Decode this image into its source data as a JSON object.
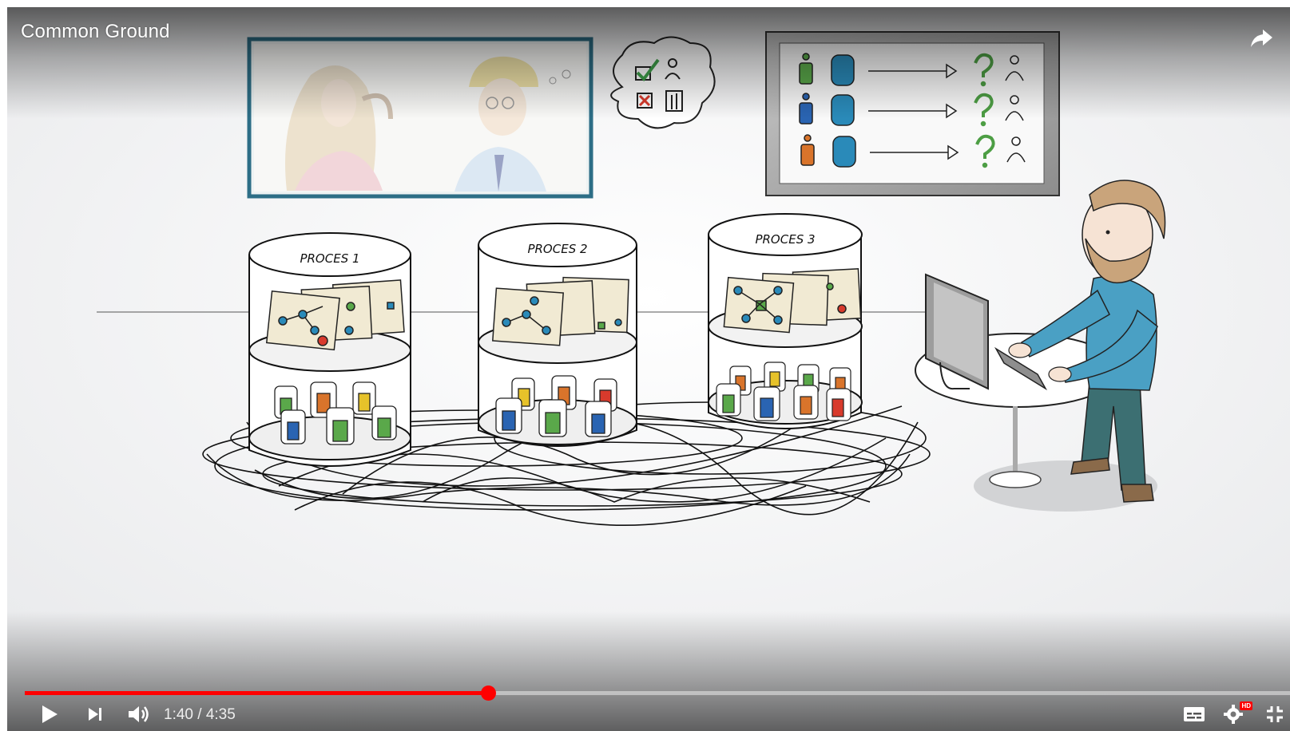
{
  "video": {
    "title": "Common Ground",
    "progress_fraction": 0.366
  },
  "scene": {
    "cylinders": [
      {
        "label": "PROCES 1"
      },
      {
        "label": "PROCES 2"
      },
      {
        "label": "PROCES 3"
      }
    ]
  },
  "controls": {
    "current_time": "1:40",
    "separator": " / ",
    "duration": "4:35",
    "hd_label": "HD"
  },
  "colors": {
    "accent": "#ff0000",
    "tube_blue": "#2a8ab9",
    "figure_green": "#5aa84a",
    "figure_orange": "#d9742b",
    "figure_red": "#d83a2c",
    "figure_yellow": "#e6c22a"
  },
  "icons": [
    "share-icon",
    "play-icon",
    "next-icon",
    "volume-icon",
    "subtitles-icon",
    "settings-icon",
    "exit-fullscreen-icon"
  ]
}
